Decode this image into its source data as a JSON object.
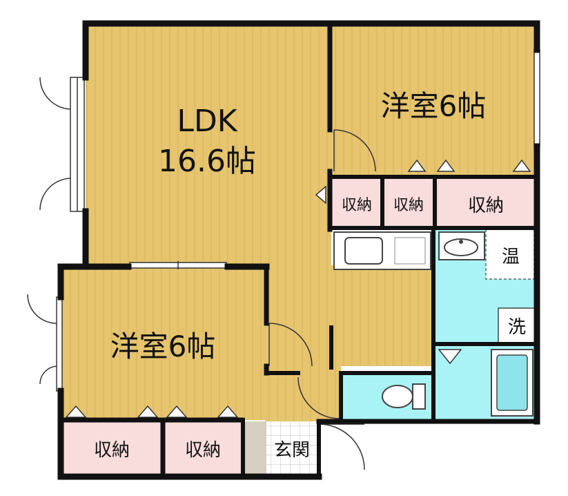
{
  "rooms": {
    "ldk": {
      "name": "LDK",
      "size": "16.6帖"
    },
    "bedroom_right": {
      "label": "洋室6帖"
    },
    "bedroom_left": {
      "label": "洋室6帖"
    },
    "storage_a": {
      "label": "収納"
    },
    "storage_b": {
      "label": "収納"
    },
    "storage_c": {
      "label": "収納"
    },
    "storage_d": {
      "label": "収納"
    },
    "storage_e": {
      "label": "収納"
    },
    "water_heater": {
      "label": "温"
    },
    "washer": {
      "label": "洗"
    },
    "entrance": {
      "label": "玄関"
    }
  },
  "colors": {
    "floor_wood": "#e6c56e",
    "storage": "#f9dcdc",
    "wet_area": "#a9f3f6",
    "genkan": "#d6d0c3",
    "wall": "#111111"
  }
}
